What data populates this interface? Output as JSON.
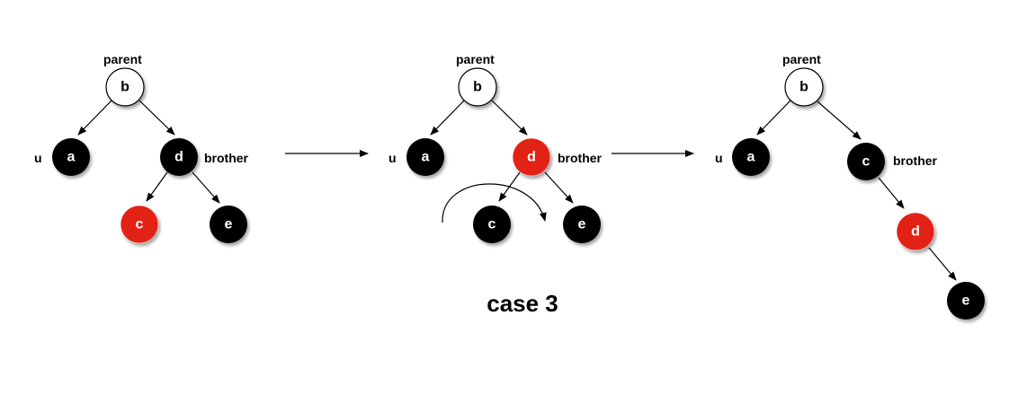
{
  "caption": "case 3",
  "colors": {
    "black_node": "#000000",
    "red_node": "#e32012",
    "white_node": "#ffffff",
    "edge": "#000000"
  },
  "diagram1": {
    "parent_label": "parent",
    "uncle_label": "u",
    "brother_label": "brother",
    "nodes": [
      {
        "id": "b",
        "label": "b",
        "color": "white"
      },
      {
        "id": "a",
        "label": "a",
        "color": "black"
      },
      {
        "id": "d",
        "label": "d",
        "color": "black"
      },
      {
        "id": "c",
        "label": "c",
        "color": "red"
      },
      {
        "id": "e",
        "label": "e",
        "color": "black"
      }
    ]
  },
  "diagram2": {
    "parent_label": "parent",
    "uncle_label": "u",
    "brother_label": "brother",
    "nodes": [
      {
        "id": "b",
        "label": "b",
        "color": "white"
      },
      {
        "id": "a",
        "label": "a",
        "color": "black"
      },
      {
        "id": "d",
        "label": "d",
        "color": "red"
      },
      {
        "id": "c",
        "label": "c",
        "color": "black"
      },
      {
        "id": "e",
        "label": "e",
        "color": "black"
      }
    ]
  },
  "diagram3": {
    "parent_label": "parent",
    "uncle_label": "u",
    "brother_label": "brother",
    "nodes": [
      {
        "id": "b",
        "label": "b",
        "color": "white"
      },
      {
        "id": "a",
        "label": "a",
        "color": "black"
      },
      {
        "id": "c",
        "label": "c",
        "color": "black"
      },
      {
        "id": "d",
        "label": "d",
        "color": "red"
      },
      {
        "id": "e",
        "label": "e",
        "color": "black"
      }
    ]
  }
}
